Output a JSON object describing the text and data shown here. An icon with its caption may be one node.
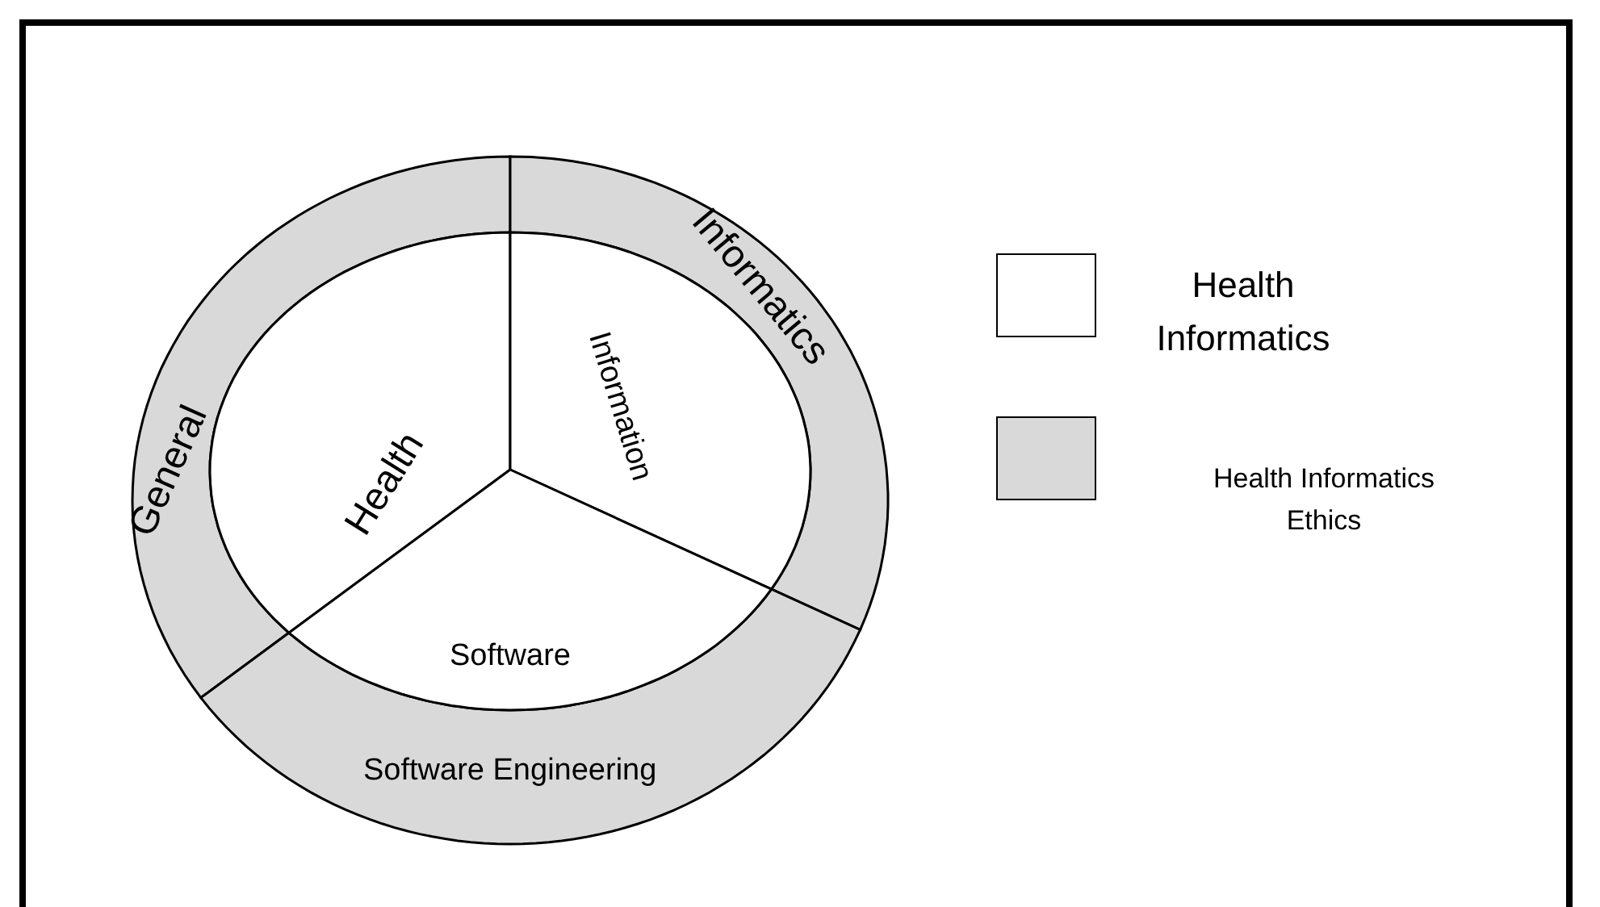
{
  "diagram": {
    "nodes": [
      {
        "text": [
          "General"
        ]
      },
      {
        "text": [
          "Informatics"
        ]
      },
      {
        "text": [
          "Software Engineering"
        ]
      },
      {
        "text": [
          "Health"
        ]
      },
      {
        "text": [
          "Information"
        ]
      },
      {
        "text": [
          "Software"
        ]
      }
    ],
    "legend": [
      {
        "text": "Health Informatics",
        "color": "#ffffff"
      },
      {
        "text": "Health Informatics Ethics",
        "color": "#d9d9d9"
      }
    ]
  }
}
